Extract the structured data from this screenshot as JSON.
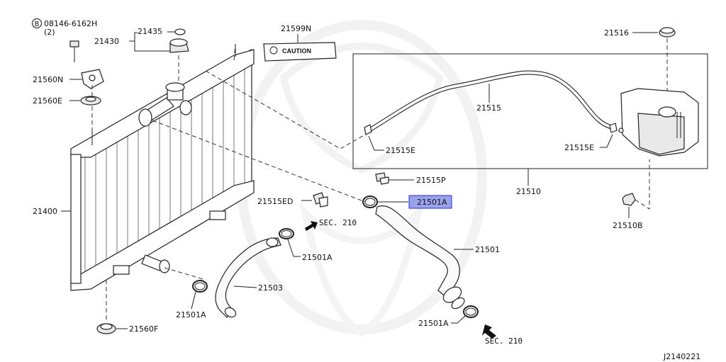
{
  "labels": {
    "bolt_code": "08146-6162H",
    "bolt_qty": "(2)",
    "bolt_marker": "B",
    "cap_21435": "21435",
    "cap_21430": "21430",
    "label_21599N": "21599N",
    "caution_text": "CAUTION",
    "reservoir_cap_21516": "21516",
    "bracket_21560N": "21560N",
    "seal_21560E": "21560E",
    "hose_21515": "21515",
    "clip_21515E_left": "21515E",
    "clip_21515E_right": "21515E",
    "clip_21515P": "21515P",
    "tank_21510": "21510",
    "clip_21515ED": "21515ED",
    "clamp_21501A_highlight": "21501A",
    "radiator_21400": "21400",
    "sec210_upper": "SEC. 210",
    "clamp_21501A_mid": "21501A",
    "hose_21501": "21501",
    "nut_21510B": "21510B",
    "hose_21503": "21503",
    "clamp_21501A_lower_left": "21501A",
    "clamp_21501A_lower_right": "21501A",
    "mount_21560F": "21560F",
    "sec210_lower": "SEC. 210",
    "diagram_code": "J2140221"
  },
  "colors": {
    "highlight_fill": "#9aa3ea",
    "highlight_border": "#2b2bd6",
    "line": "#222222",
    "watermark": "#e6e6e6"
  }
}
